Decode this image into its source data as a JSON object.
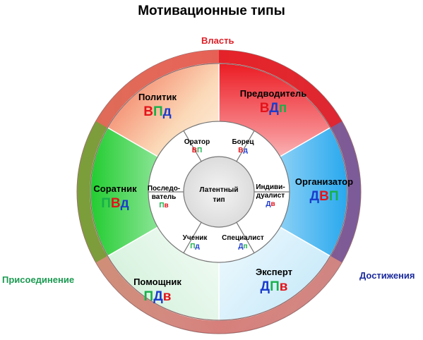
{
  "title": "Мотивационные типы",
  "axes": {
    "top": "Власть",
    "left": "Присоединение",
    "right": "Достижения"
  },
  "colors": {
    "power": "#e82020",
    "join": "#1fb24a",
    "achieve": "#1a2ad0",
    "code_V": "#e4131a",
    "code_P": "#18b04a",
    "code_D": "#1b3ccc"
  },
  "outer_ring": [
    {
      "name": "Политик",
      "code": [
        "В",
        "П",
        "д"
      ]
    },
    {
      "name": "Предводитель",
      "code": [
        "В",
        "Д",
        "п"
      ]
    },
    {
      "name": "Организатор",
      "code": [
        "Д",
        "В",
        "П"
      ]
    },
    {
      "name": "Эксперт",
      "code": [
        "Д",
        "П",
        "в"
      ]
    },
    {
      "name": "Помощник",
      "code": [
        "П",
        "Д",
        "в"
      ]
    },
    {
      "name": "Соратник",
      "code": [
        "П",
        "В",
        "д"
      ]
    }
  ],
  "middle_ring": [
    {
      "name": "Оратор",
      "code": [
        "В",
        "П"
      ]
    },
    {
      "name": "Борец",
      "code": [
        "В",
        "д"
      ]
    },
    {
      "name_lines": [
        "Индиви-",
        "дуалист"
      ],
      "code": [
        "Д",
        "в"
      ]
    },
    {
      "name": "Специалист",
      "code": [
        "Д",
        "п"
      ]
    },
    {
      "name": "Ученик",
      "code": [
        "П",
        "д"
      ]
    },
    {
      "name_lines": [
        "Последо-",
        "ватель"
      ],
      "code": [
        "П",
        "в"
      ]
    }
  ],
  "center": {
    "lines": [
      "Латентный",
      "тип"
    ]
  }
}
